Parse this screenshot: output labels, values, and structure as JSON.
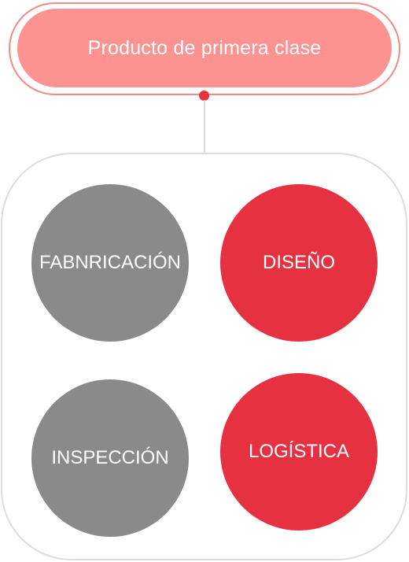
{
  "colors": {
    "header_fill": "#fd9390",
    "header_border": "#f28b86",
    "accent_red": "#e63240",
    "neutral_gray": "#8a8a8a",
    "container_border": "#dcdcdc"
  },
  "header": {
    "title": "Producto de primera clase"
  },
  "items": [
    {
      "label": "FABNRICACIÓN",
      "color": "gray"
    },
    {
      "label": "DISEÑO",
      "color": "red"
    },
    {
      "label": "INSPECCIÓN",
      "color": "gray"
    },
    {
      "label": "LOGÍSTICA",
      "color": "red"
    }
  ]
}
